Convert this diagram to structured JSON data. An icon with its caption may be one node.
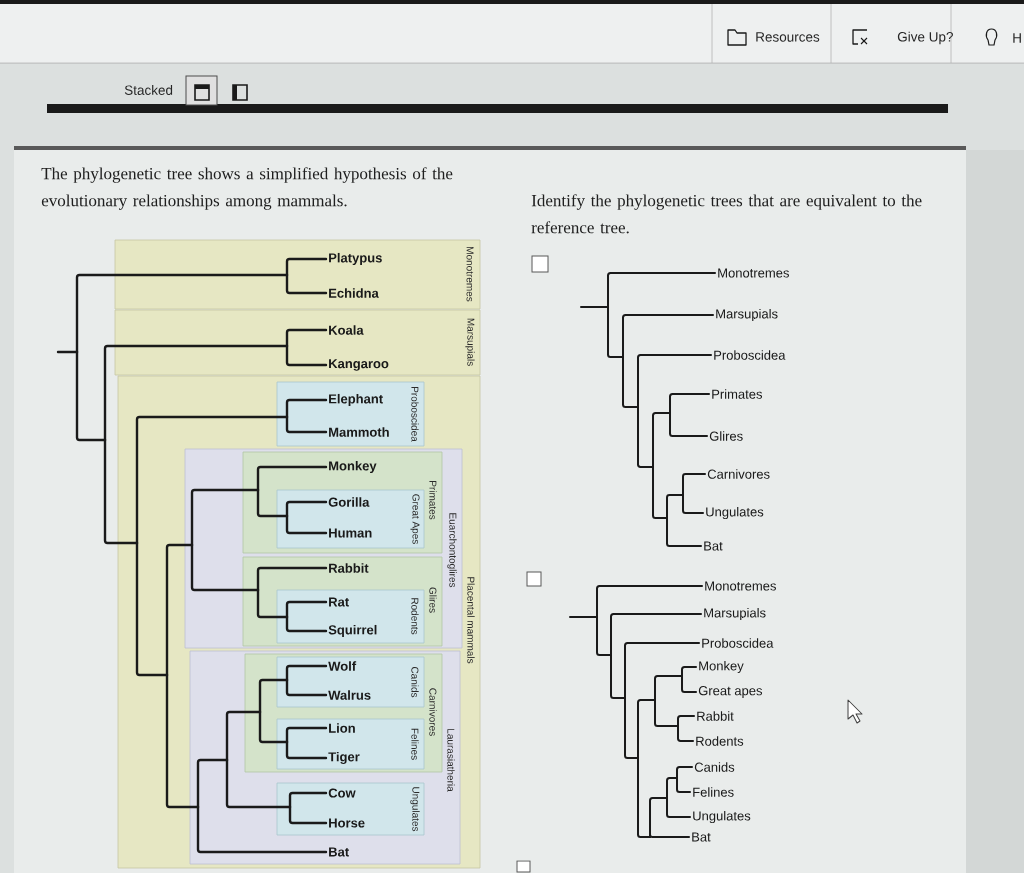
{
  "diagram": {
    "nodes": [
      {
        "text": [
          "Monotremes"
        ]
      },
      {
        "text": [
          "Platypus"
        ],
        "in": 0
      },
      {
        "text": [
          "Echidna"
        ],
        "in": 0
      },
      {
        "text": [
          "Marsupials"
        ]
      },
      {
        "text": [
          "Koala"
        ],
        "in": 3
      },
      {
        "text": [
          "Kangaroo"
        ],
        "in": 3
      },
      {
        "text": [
          "Placental mammals"
        ]
      },
      {
        "text": [
          "Proboscidea"
        ],
        "in": 6
      },
      {
        "text": [
          "Elephant"
        ],
        "in": 7
      },
      {
        "text": [
          "Mammoth"
        ],
        "in": 7
      },
      {
        "text": [
          "Euarchontoglires"
        ],
        "in": 6
      },
      {
        "text": [
          "Primates"
        ],
        "in": 10
      },
      {
        "text": [
          "Monkey"
        ],
        "in": 11
      },
      {
        "text": [
          "Great Apes"
        ],
        "in": 11
      },
      {
        "text": [
          "Gorilla"
        ],
        "in": 13
      },
      {
        "text": [
          "Human"
        ],
        "in": 13
      },
      {
        "text": [
          "Glires"
        ],
        "in": 10
      },
      {
        "text": [
          "Rabbit"
        ],
        "in": 16
      },
      {
        "text": [
          "Rodents"
        ],
        "in": 16
      },
      {
        "text": [
          "Rat"
        ],
        "in": 18
      },
      {
        "text": [
          "Squirrel"
        ],
        "in": 18
      },
      {
        "text": [
          "Laurasiatheria"
        ],
        "in": 6
      },
      {
        "text": [
          "Carnivores"
        ],
        "in": 21
      },
      {
        "text": [
          "Canids"
        ],
        "in": 22
      },
      {
        "text": [
          "Wolf"
        ],
        "in": 23
      },
      {
        "text": [
          "Walrus"
        ],
        "in": 23
      },
      {
        "text": [
          "Felines"
        ],
        "in": 22
      },
      {
        "text": [
          "Lion"
        ],
        "in": 26
      },
      {
        "text": [
          "Tiger"
        ],
        "in": 26
      },
      {
        "text": [
          "Ungulates"
        ],
        "in": 21
      },
      {
        "text": [
          "Cow"
        ],
        "in": 29
      },
      {
        "text": [
          "Horse"
        ],
        "in": 29
      },
      {
        "text": [
          "Bat"
        ],
        "in": 21
      },
      {
        "text": [
          "Monotremes"
        ]
      },
      {
        "text": [
          "Marsupials"
        ]
      },
      {
        "text": [
          "Proboscidea"
        ]
      },
      {
        "text": [
          "Primates"
        ]
      },
      {
        "text": [
          "Glires"
        ]
      },
      {
        "text": [
          "Carnivores"
        ]
      },
      {
        "text": [
          "Ungulates"
        ]
      },
      {
        "text": [
          "Bat"
        ]
      },
      {
        "text": [
          "Monotremes"
        ]
      },
      {
        "text": [
          "Marsupials"
        ]
      },
      {
        "text": [
          "Proboscidea"
        ]
      },
      {
        "text": [
          "Monkey"
        ]
      },
      {
        "text": [
          "Great apes"
        ]
      },
      {
        "text": [
          "Rabbit"
        ]
      },
      {
        "text": [
          "Rodents"
        ]
      },
      {
        "text": [
          "Canids"
        ]
      },
      {
        "text": [
          "Felines"
        ]
      },
      {
        "text": [
          "Ungulates"
        ]
      },
      {
        "text": [
          "Bat"
        ]
      }
    ],
    "edges": [
      {
        "from": null,
        "to": 1,
        "arrow": "none"
      },
      {
        "from": null,
        "to": 2,
        "arrow": "none"
      },
      {
        "from": null,
        "to": 4,
        "arrow": "none"
      },
      {
        "from": null,
        "to": 5,
        "arrow": "none"
      },
      {
        "from": null,
        "to": 8,
        "arrow": "none"
      },
      {
        "from": null,
        "to": 9,
        "arrow": "none"
      },
      {
        "from": null,
        "to": 12,
        "arrow": "none"
      },
      {
        "from": null,
        "to": 14,
        "arrow": "none"
      },
      {
        "from": null,
        "to": 15,
        "arrow": "none"
      },
      {
        "from": null,
        "to": 17,
        "arrow": "none"
      },
      {
        "from": null,
        "to": 19,
        "arrow": "none"
      },
      {
        "from": null,
        "to": 20,
        "arrow": "none"
      },
      {
        "from": null,
        "to": 24,
        "arrow": "none"
      },
      {
        "from": null,
        "to": 25,
        "arrow": "none"
      },
      {
        "from": null,
        "to": 27,
        "arrow": "none"
      },
      {
        "from": null,
        "to": 28,
        "arrow": "none"
      },
      {
        "from": null,
        "to": 30,
        "arrow": "none"
      },
      {
        "from": null,
        "to": 31,
        "arrow": "none"
      },
      {
        "from": null,
        "to": 32,
        "arrow": "none"
      },
      {
        "from": null,
        "to": 33,
        "arrow": "none"
      },
      {
        "from": null,
        "to": 34,
        "arrow": "none"
      },
      {
        "from": null,
        "to": 35,
        "arrow": "none"
      },
      {
        "from": null,
        "to": 36,
        "arrow": "none"
      },
      {
        "from": null,
        "to": 37,
        "arrow": "none"
      },
      {
        "from": null,
        "to": 38,
        "arrow": "none"
      },
      {
        "from": null,
        "to": 39,
        "arrow": "none"
      },
      {
        "from": null,
        "to": 40,
        "arrow": "none"
      },
      {
        "from": null,
        "to": 41,
        "arrow": "none"
      },
      {
        "from": null,
        "to": 42,
        "arrow": "none"
      },
      {
        "from": null,
        "to": 43,
        "arrow": "none"
      },
      {
        "from": null,
        "to": 44,
        "arrow": "none"
      },
      {
        "from": null,
        "to": 45,
        "arrow": "none"
      },
      {
        "from": null,
        "to": 46,
        "arrow": "none"
      },
      {
        "from": null,
        "to": 47,
        "arrow": "none"
      },
      {
        "from": null,
        "to": 48,
        "arrow": "none"
      },
      {
        "from": null,
        "to": 49,
        "arrow": "none"
      },
      {
        "from": null,
        "to": 50,
        "arrow": "none"
      },
      {
        "from": null,
        "to": 51,
        "arrow": "none"
      }
    ],
    "labels": [
      "Resources",
      "Give Up?",
      "H",
      "Stacked",
      "The phylogenetic tree shows a simplified hypothesis of the evolutionary relationships among mammals.",
      "Identify the phylogenetic trees that are equivalent to the reference tree."
    ]
  }
}
